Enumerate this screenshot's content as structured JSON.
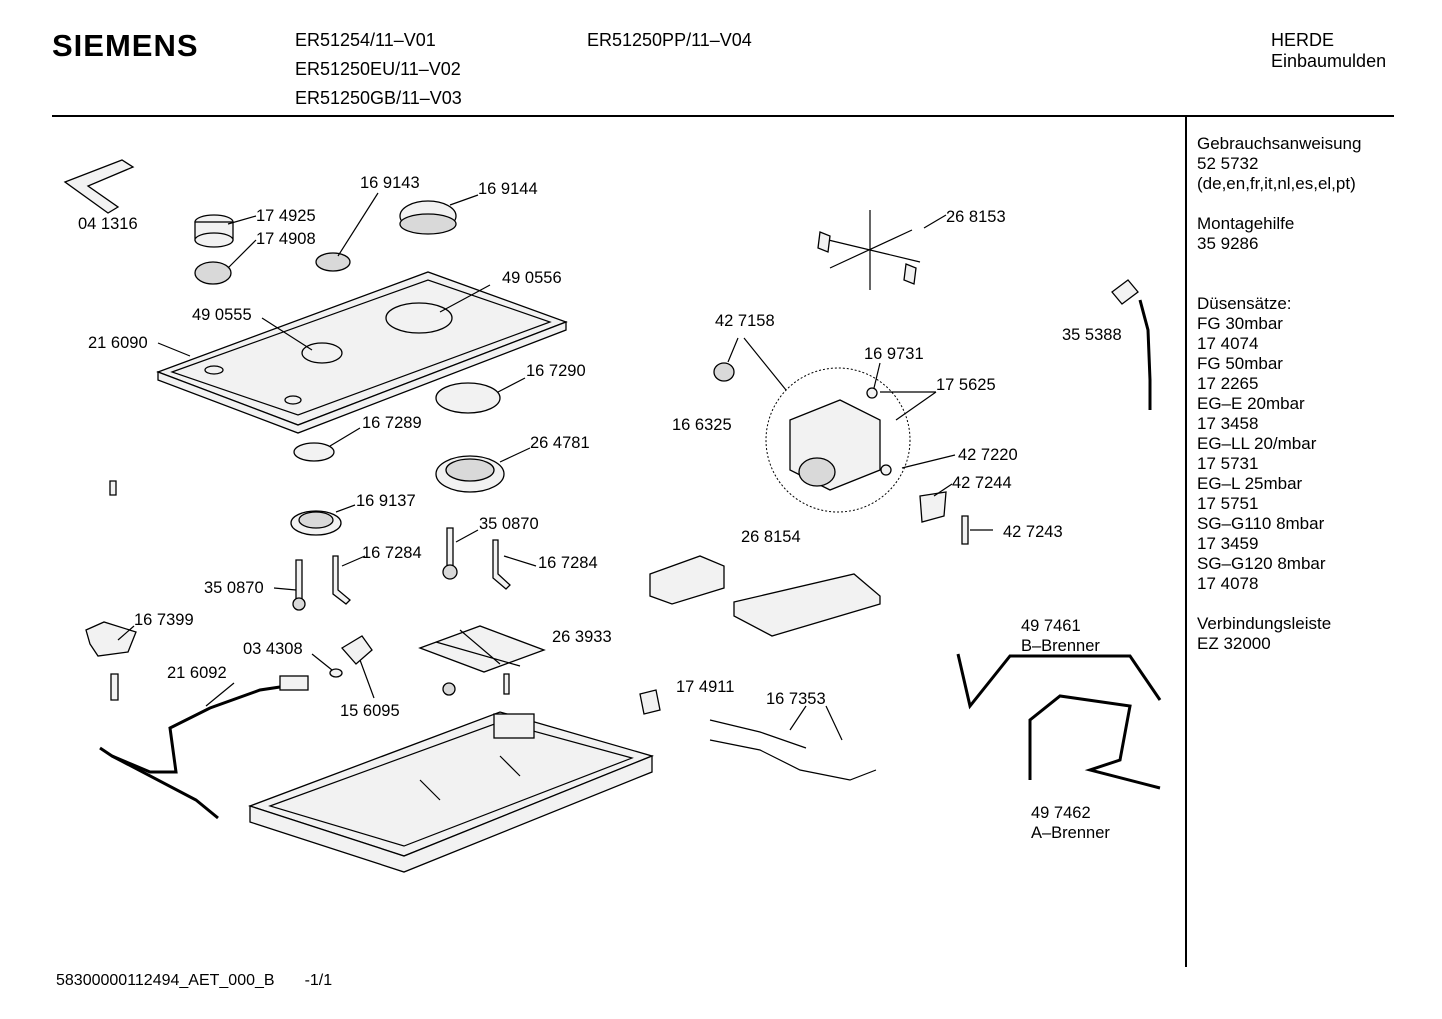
{
  "header": {
    "brand": "SIEMENS",
    "models_col1": [
      "ER51254/11–V01",
      "ER51250EU/11–V02",
      "ER51250GB/11–V03"
    ],
    "models_col2": [
      "ER51250PP/11–V04"
    ],
    "category": "HERDE",
    "subcategory": "Einbaumulden"
  },
  "sidebar": {
    "blocks": [
      {
        "lines": [
          "Gebrauchsanweisung",
          "52 5732",
          "(de,en,fr,it,nl,es,el,pt)"
        ]
      },
      {
        "lines": [
          "Montagehilfe",
          "35 9286"
        ]
      },
      {
        "lines": [
          "Düsensätze:",
          "FG 30mbar",
          "17 4074",
          "FG 50mbar",
          "17 2265",
          "EG–E 20mbar",
          "17 3458",
          "EG–LL 20/mbar",
          "17 5731",
          "EG–L 25mbar",
          "17 5751",
          "SG–G110 8mbar",
          "17 3459",
          "SG–G120 8mbar",
          "17 4078"
        ]
      },
      {
        "lines": [
          "Verbindungsleiste",
          "EZ 32000"
        ]
      }
    ]
  },
  "parts": [
    "04 1316",
    "16 9143",
    "16 9144",
    "17 4925",
    "17 4908",
    "49 0556",
    "49 0555",
    "21 6090",
    "16 7290",
    "16 7289",
    "26 4781",
    "16 9137",
    "35 0870",
    "16 7284",
    "35 0870",
    "16 7284",
    "16 7399",
    "03 4308",
    "26 3933",
    "21 6092",
    "15 6095",
    "26 8153",
    "42 7158",
    "16 9731",
    "17 5625",
    "35 5388",
    "16 6325",
    "42 7220",
    "42 7244",
    "42 7243",
    "26 8154",
    "17 4911",
    "16 7353",
    "49 7461",
    "B–Brenner",
    "49 7462",
    "A–Brenner"
  ],
  "footer": {
    "doc_id": "58300000112494_AET_000_B",
    "page": "-1/1"
  }
}
